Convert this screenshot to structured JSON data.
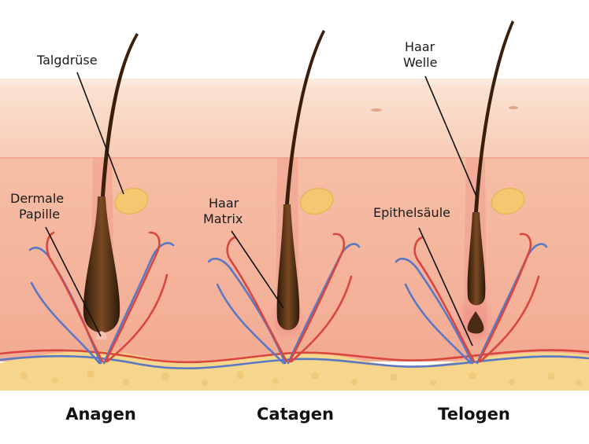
{
  "labels": {
    "sebaceous_gland": "Talgdrüse",
    "dermal_papilla_line1": "Dermale",
    "dermal_papilla_line2": "Papille",
    "hair_matrix_line1": "Haar",
    "hair_matrix_line2": "Matrix",
    "hair_shaft_line1": "Haar",
    "hair_shaft_line2": "Welle",
    "epithelial_column": "Epithelsäule"
  },
  "stages": [
    "Anagen",
    "Catagen",
    "Telogen"
  ],
  "colors": {
    "epidermis": "#f6cdb5",
    "dermis": "#f4b59e",
    "fat": "#f4d589",
    "hair": "#4a2a12",
    "gland": "#f3c870",
    "vein": "#5a78c4",
    "artery": "#d9463e"
  }
}
